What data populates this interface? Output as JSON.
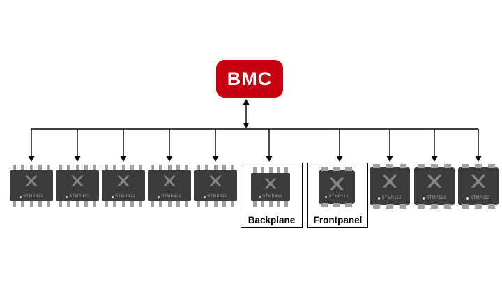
{
  "bmc": {
    "label": "BMC",
    "color": "#c60012"
  },
  "bus": {
    "color": "#000000"
  },
  "groups": [
    {
      "id": "backplane",
      "label": "Backplane"
    },
    {
      "id": "frontpanel",
      "label": "Frontpanel"
    }
  ],
  "devices": [
    {
      "label": "STMP432",
      "package": "soic",
      "group": null
    },
    {
      "label": "STMP432",
      "package": "soic",
      "group": null
    },
    {
      "label": "STMP432",
      "package": "soic",
      "group": null
    },
    {
      "label": "STMP432",
      "package": "soic",
      "group": null
    },
    {
      "label": "STMP432",
      "package": "soic",
      "group": null
    },
    {
      "label": "STMP432",
      "package": "soic",
      "group": "backplane"
    },
    {
      "label": "STMP112",
      "package": "qfn",
      "group": "frontpanel"
    },
    {
      "label": "STMP112",
      "package": "qfn",
      "group": null
    },
    {
      "label": "STMP112",
      "package": "qfn",
      "group": null
    },
    {
      "label": "STMP112",
      "package": "qfn",
      "group": null
    }
  ]
}
